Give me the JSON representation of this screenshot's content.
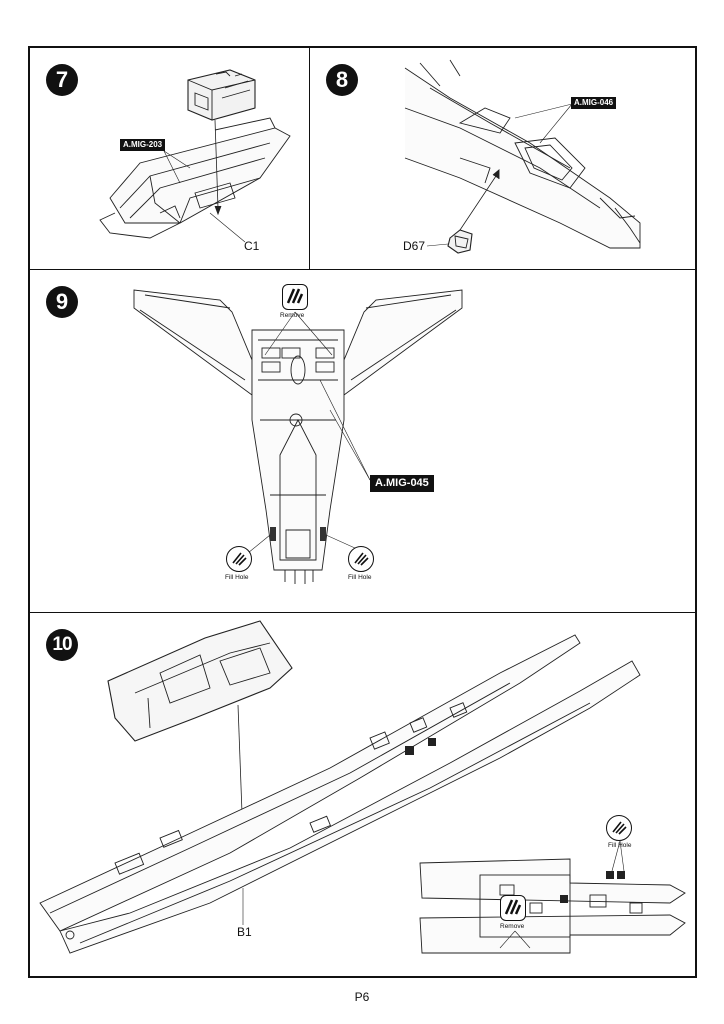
{
  "steps": [
    {
      "number": "7",
      "paint_codes": [
        "A.MIG-203"
      ],
      "parts": [
        "C1"
      ]
    },
    {
      "number": "8",
      "paint_codes": [
        "A.MIG-046"
      ],
      "parts": [
        "D67"
      ]
    },
    {
      "number": "9",
      "paint_codes": [
        "A.MIG-045"
      ],
      "symbols": [
        "Remove",
        "Fill Hole",
        "Fill Hole"
      ]
    },
    {
      "number": "10",
      "parts": [
        "B1"
      ],
      "symbols": [
        "Fill Hole",
        "Remove"
      ]
    }
  ],
  "page_number": "P6"
}
